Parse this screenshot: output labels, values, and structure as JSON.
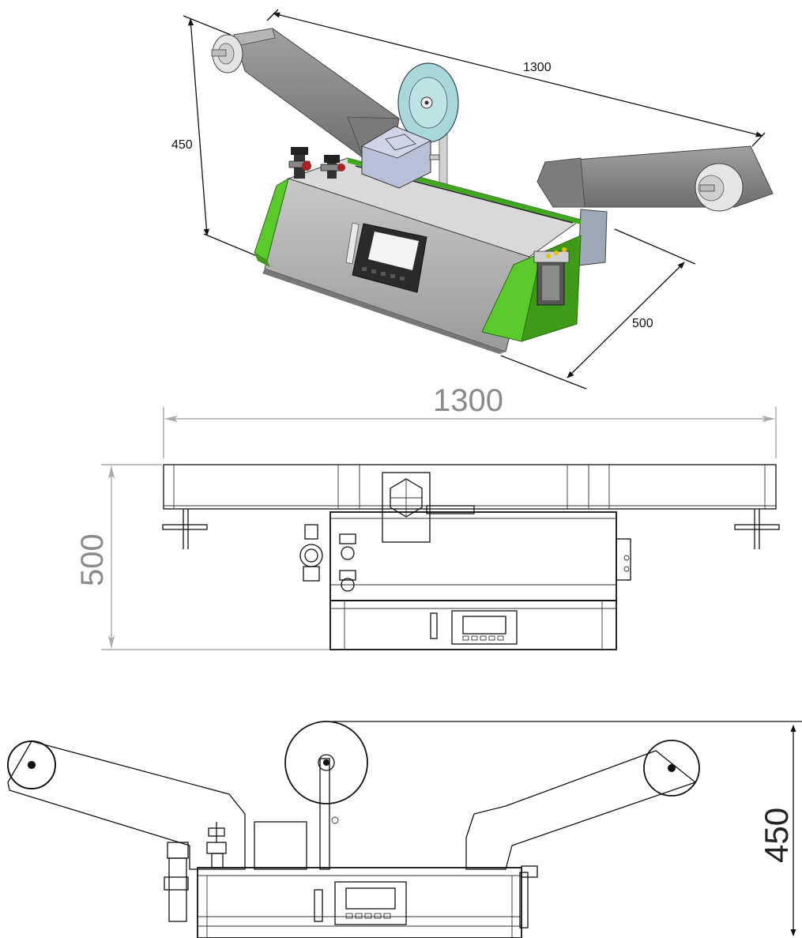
{
  "iso_view": {
    "width_label": "1300",
    "height_label": "450",
    "depth_label": "500",
    "colors": {
      "green": "#5ac92c",
      "green_dark": "#3f9a1a",
      "steel": "#a7a7a7",
      "steel_light": "#cfcfcf",
      "arm": "#8e8e8e",
      "arm_dark": "#6f6f6f",
      "disc": "#a8d8d8",
      "screen": "#f4f4f4",
      "panel_dark": "#2b2b2b"
    }
  },
  "top_view": {
    "width_label": "1300",
    "depth_label": "500"
  },
  "front_view": {
    "height_label": "450"
  }
}
